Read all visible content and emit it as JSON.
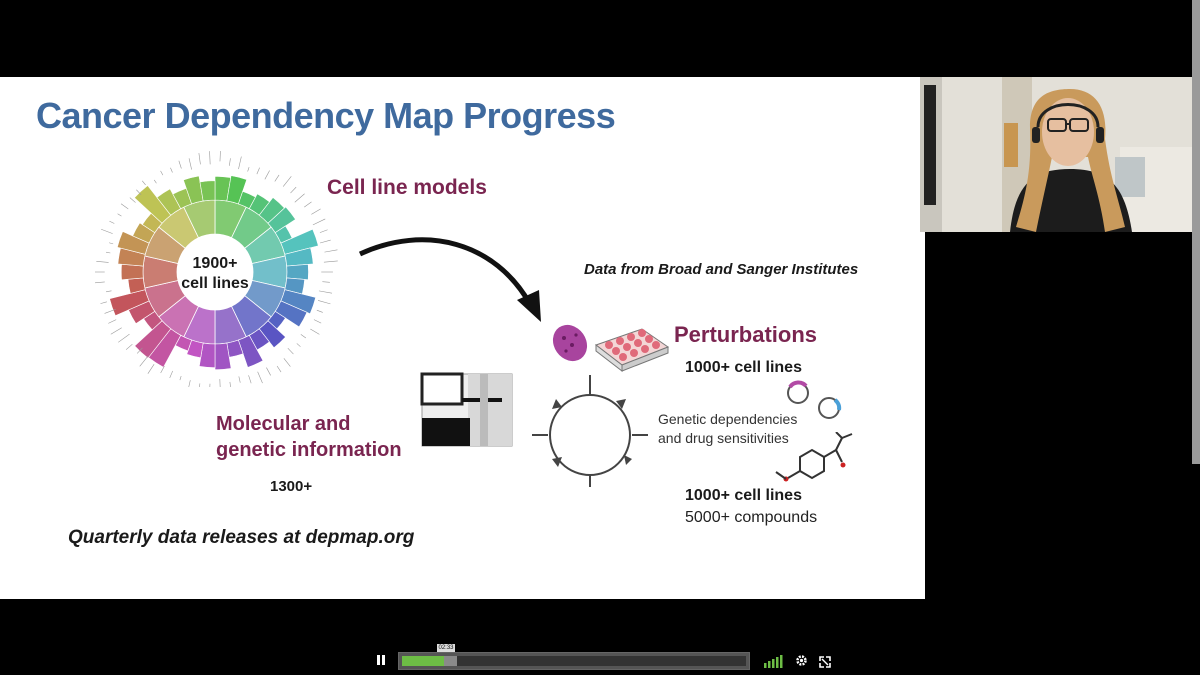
{
  "slide": {
    "title": "Cancer Dependency Map Progress",
    "sunburst_center_line1": "1900+",
    "sunburst_center_line2": "cell lines",
    "cell_line_models": "Cell  line models",
    "data_from": "Data from Broad and  Sanger Institutes",
    "perturbations": "Perturbations",
    "perturb_count": "1000+ cell lines",
    "genetic_line1": "Genetic dependencies",
    "genetic_line2": "and drug sensitivities",
    "molecular_line1": "Molecular and",
    "molecular_line2": "genetic information",
    "molecular_count": "1300+",
    "drug_count": "1000+ cell lines",
    "compounds": "5000+ compounds",
    "quarterly": "Quarterly data releases at depmap.org"
  },
  "player": {
    "progress_fraction": 0.12,
    "buffer_fraction": 0.04,
    "time_tooltip": "02:33",
    "pause_icon": "pause-icon",
    "signal_icon": "signal-bars-icon",
    "settings_icon": "gear-icon",
    "fullscreen_icon": "fullscreen-icon",
    "accent_color": "#6dbd45"
  },
  "colors": {
    "title": "#3f6a9e",
    "heading": "#7a2550"
  }
}
